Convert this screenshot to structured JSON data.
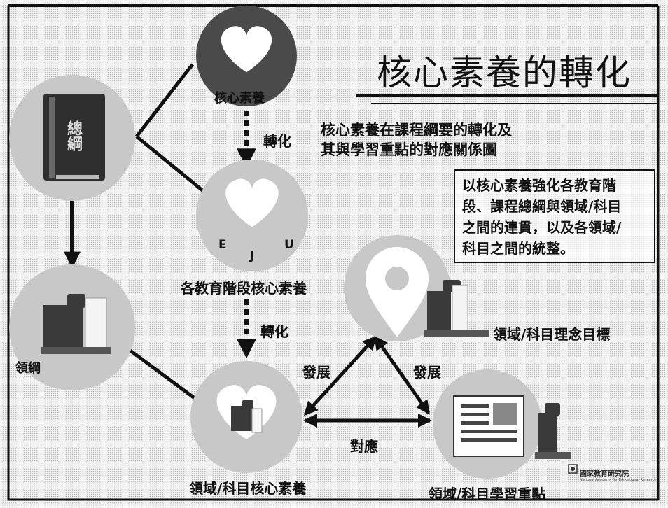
{
  "title": "核心素養的轉化",
  "subtitle": {
    "line1": "核心素養在課程綱要的轉化及",
    "line2": "其與學習重點的對應關係圖"
  },
  "note": {
    "lines": [
      "以核心素養強化各教育階",
      "段、課程總綱與領域/科目",
      "之間的連貫，以及各領域/",
      "科目之間的統整。"
    ]
  },
  "nodes": {
    "core_competency": "核心素養",
    "general_outline": "總綱",
    "stage_core": "各教育階段核心素養",
    "eju": [
      "E",
      "J",
      "U"
    ],
    "domain_outline": "領綱",
    "domain_core": "領域/科目核心素養",
    "domain_goals": "領域/科目理念目標",
    "learning_focus": "領域/科目學習重點"
  },
  "edges": {
    "transform_1": "轉化",
    "transform_2": "轉化",
    "develop_left": "發展",
    "develop_right": "發展",
    "correspond": "對應"
  },
  "institution": {
    "name": "國家教育研究院",
    "name_en": "National Academy for Educational Research"
  },
  "colors": {
    "circle_gray": "#c8c8c8",
    "circle_dark": "#4a4a4a",
    "line": "#111111",
    "heart": "#ffffff"
  }
}
